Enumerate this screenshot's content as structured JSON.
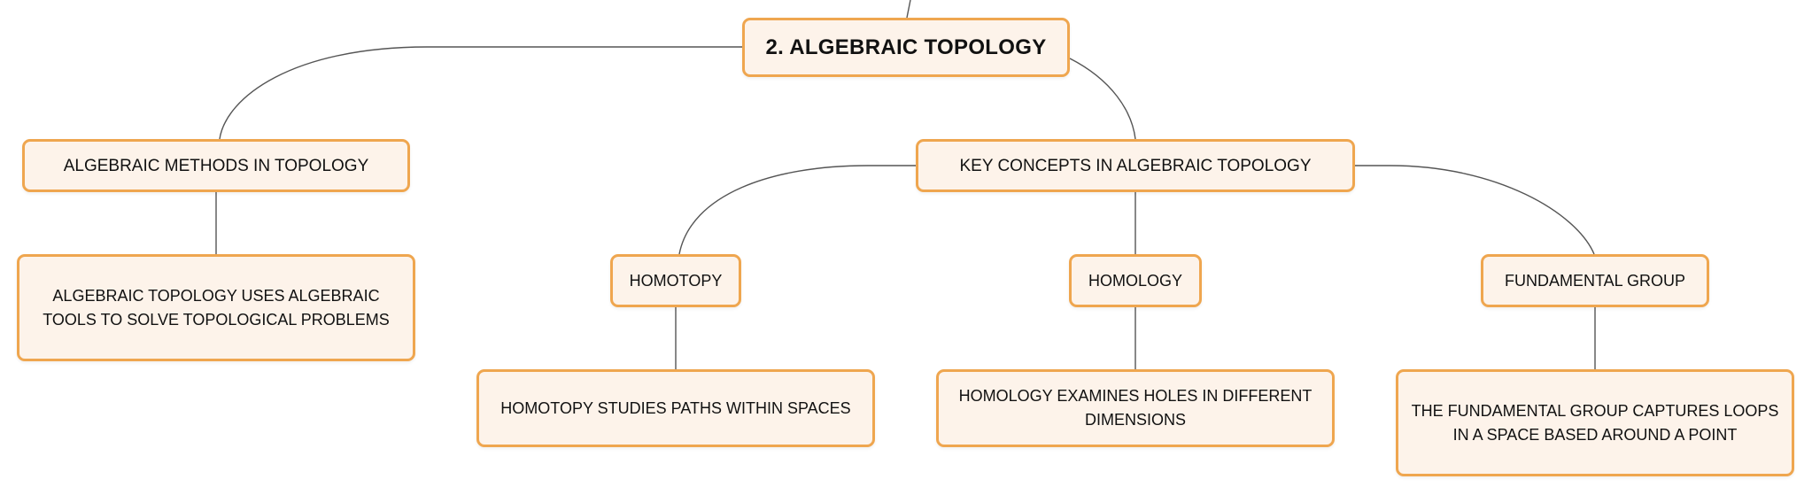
{
  "colors": {
    "node_fill": "#fdf3ea",
    "node_border": "#efa64f",
    "connector": "#555555",
    "text": "#111111"
  },
  "root": {
    "label": "2. ALGEBRAIC TOPOLOGY"
  },
  "branches": {
    "methods": {
      "label": "ALGEBRAIC METHODS IN TOPOLOGY",
      "detail": "ALGEBRAIC TOPOLOGY USES ALGEBRAIC TOOLS TO SOLVE TOPOLOGICAL PROBLEMS"
    },
    "concepts": {
      "label": "KEY CONCEPTS IN ALGEBRAIC TOPOLOGY",
      "homotopy": {
        "label": "HOMOTOPY",
        "detail": "HOMOTOPY STUDIES PATHS WITHIN SPACES"
      },
      "homology": {
        "label": "HOMOLOGY",
        "detail": "HOMOLOGY EXAMINES HOLES IN DIFFERENT DIMENSIONS"
      },
      "fundamental_group": {
        "label": "FUNDAMENTAL GROUP",
        "detail": "THE FUNDAMENTAL GROUP CAPTURES LOOPS IN A SPACE BASED AROUND A POINT"
      }
    }
  }
}
